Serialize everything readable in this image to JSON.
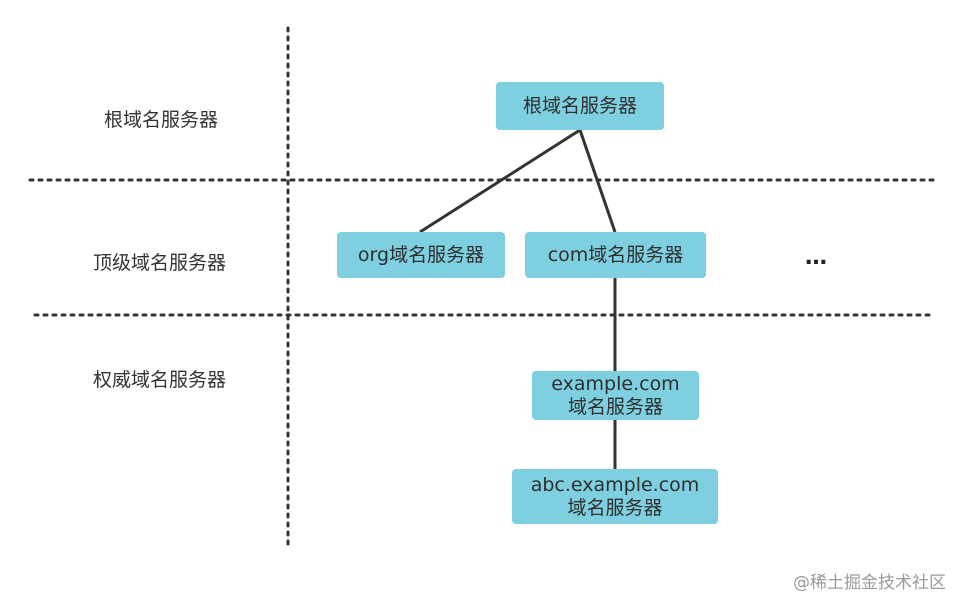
{
  "tiers": {
    "root": "根域名服务器",
    "tld": "顶级域名服务器",
    "authoritative": "权威域名服务器"
  },
  "nodes": {
    "root": "根域名服务器",
    "org": "org域名服务器",
    "com": "com域名服务器",
    "more": "…",
    "example_line1": "example.com",
    "example_line2": "域名服务器",
    "abc_line1": "abc.example.com",
    "abc_line2": "域名服务器"
  },
  "watermark": "@稀土掘金技术社区",
  "colors": {
    "node_fill": "#7ecfdf",
    "line": "#333333",
    "divider": "#333333"
  }
}
